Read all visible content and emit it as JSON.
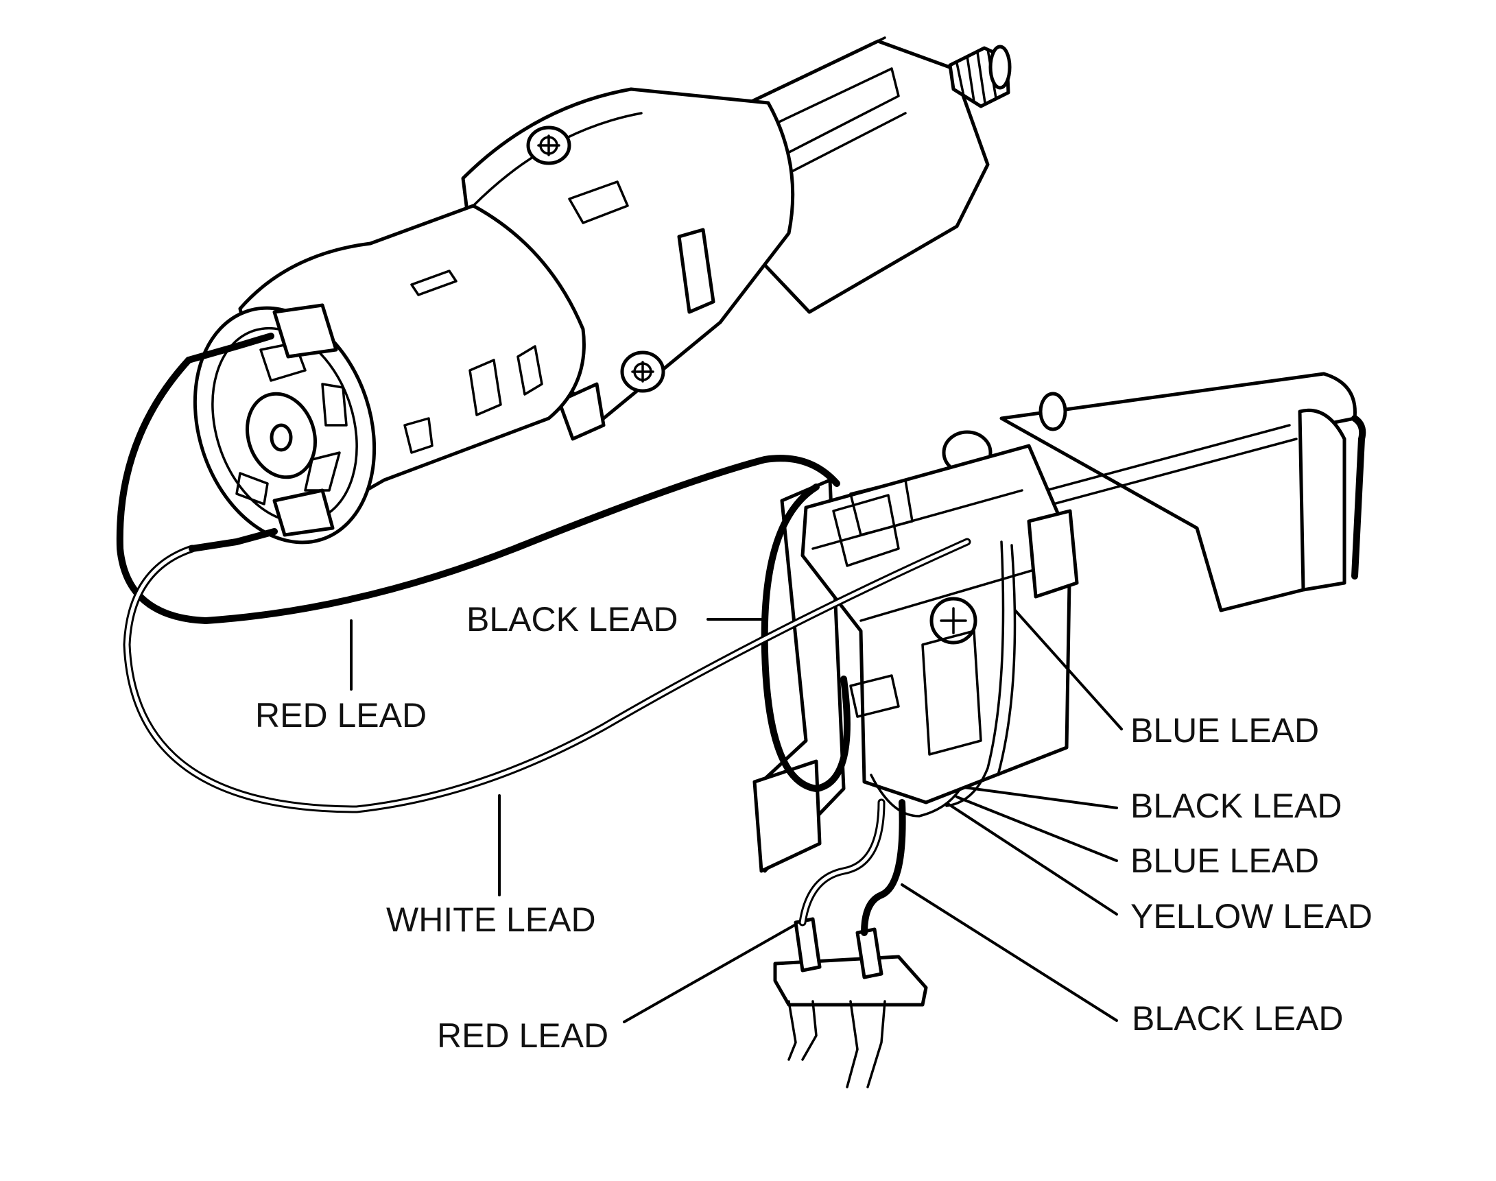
{
  "labels": {
    "black_lead_upper": "BLACK LEAD",
    "red_lead_motor": "RED LEAD",
    "white_lead": "WHITE LEAD",
    "red_lead_terminal": "RED LEAD",
    "blue_lead_upper": "BLUE LEAD",
    "black_lead_middle": "BLACK LEAD",
    "blue_lead_lower": "BLUE LEAD",
    "yellow_lead": "YELLOW LEAD",
    "black_lead_terminal": "BLACK LEAD"
  },
  "colors": {
    "line": "#000000",
    "background": "#ffffff"
  }
}
